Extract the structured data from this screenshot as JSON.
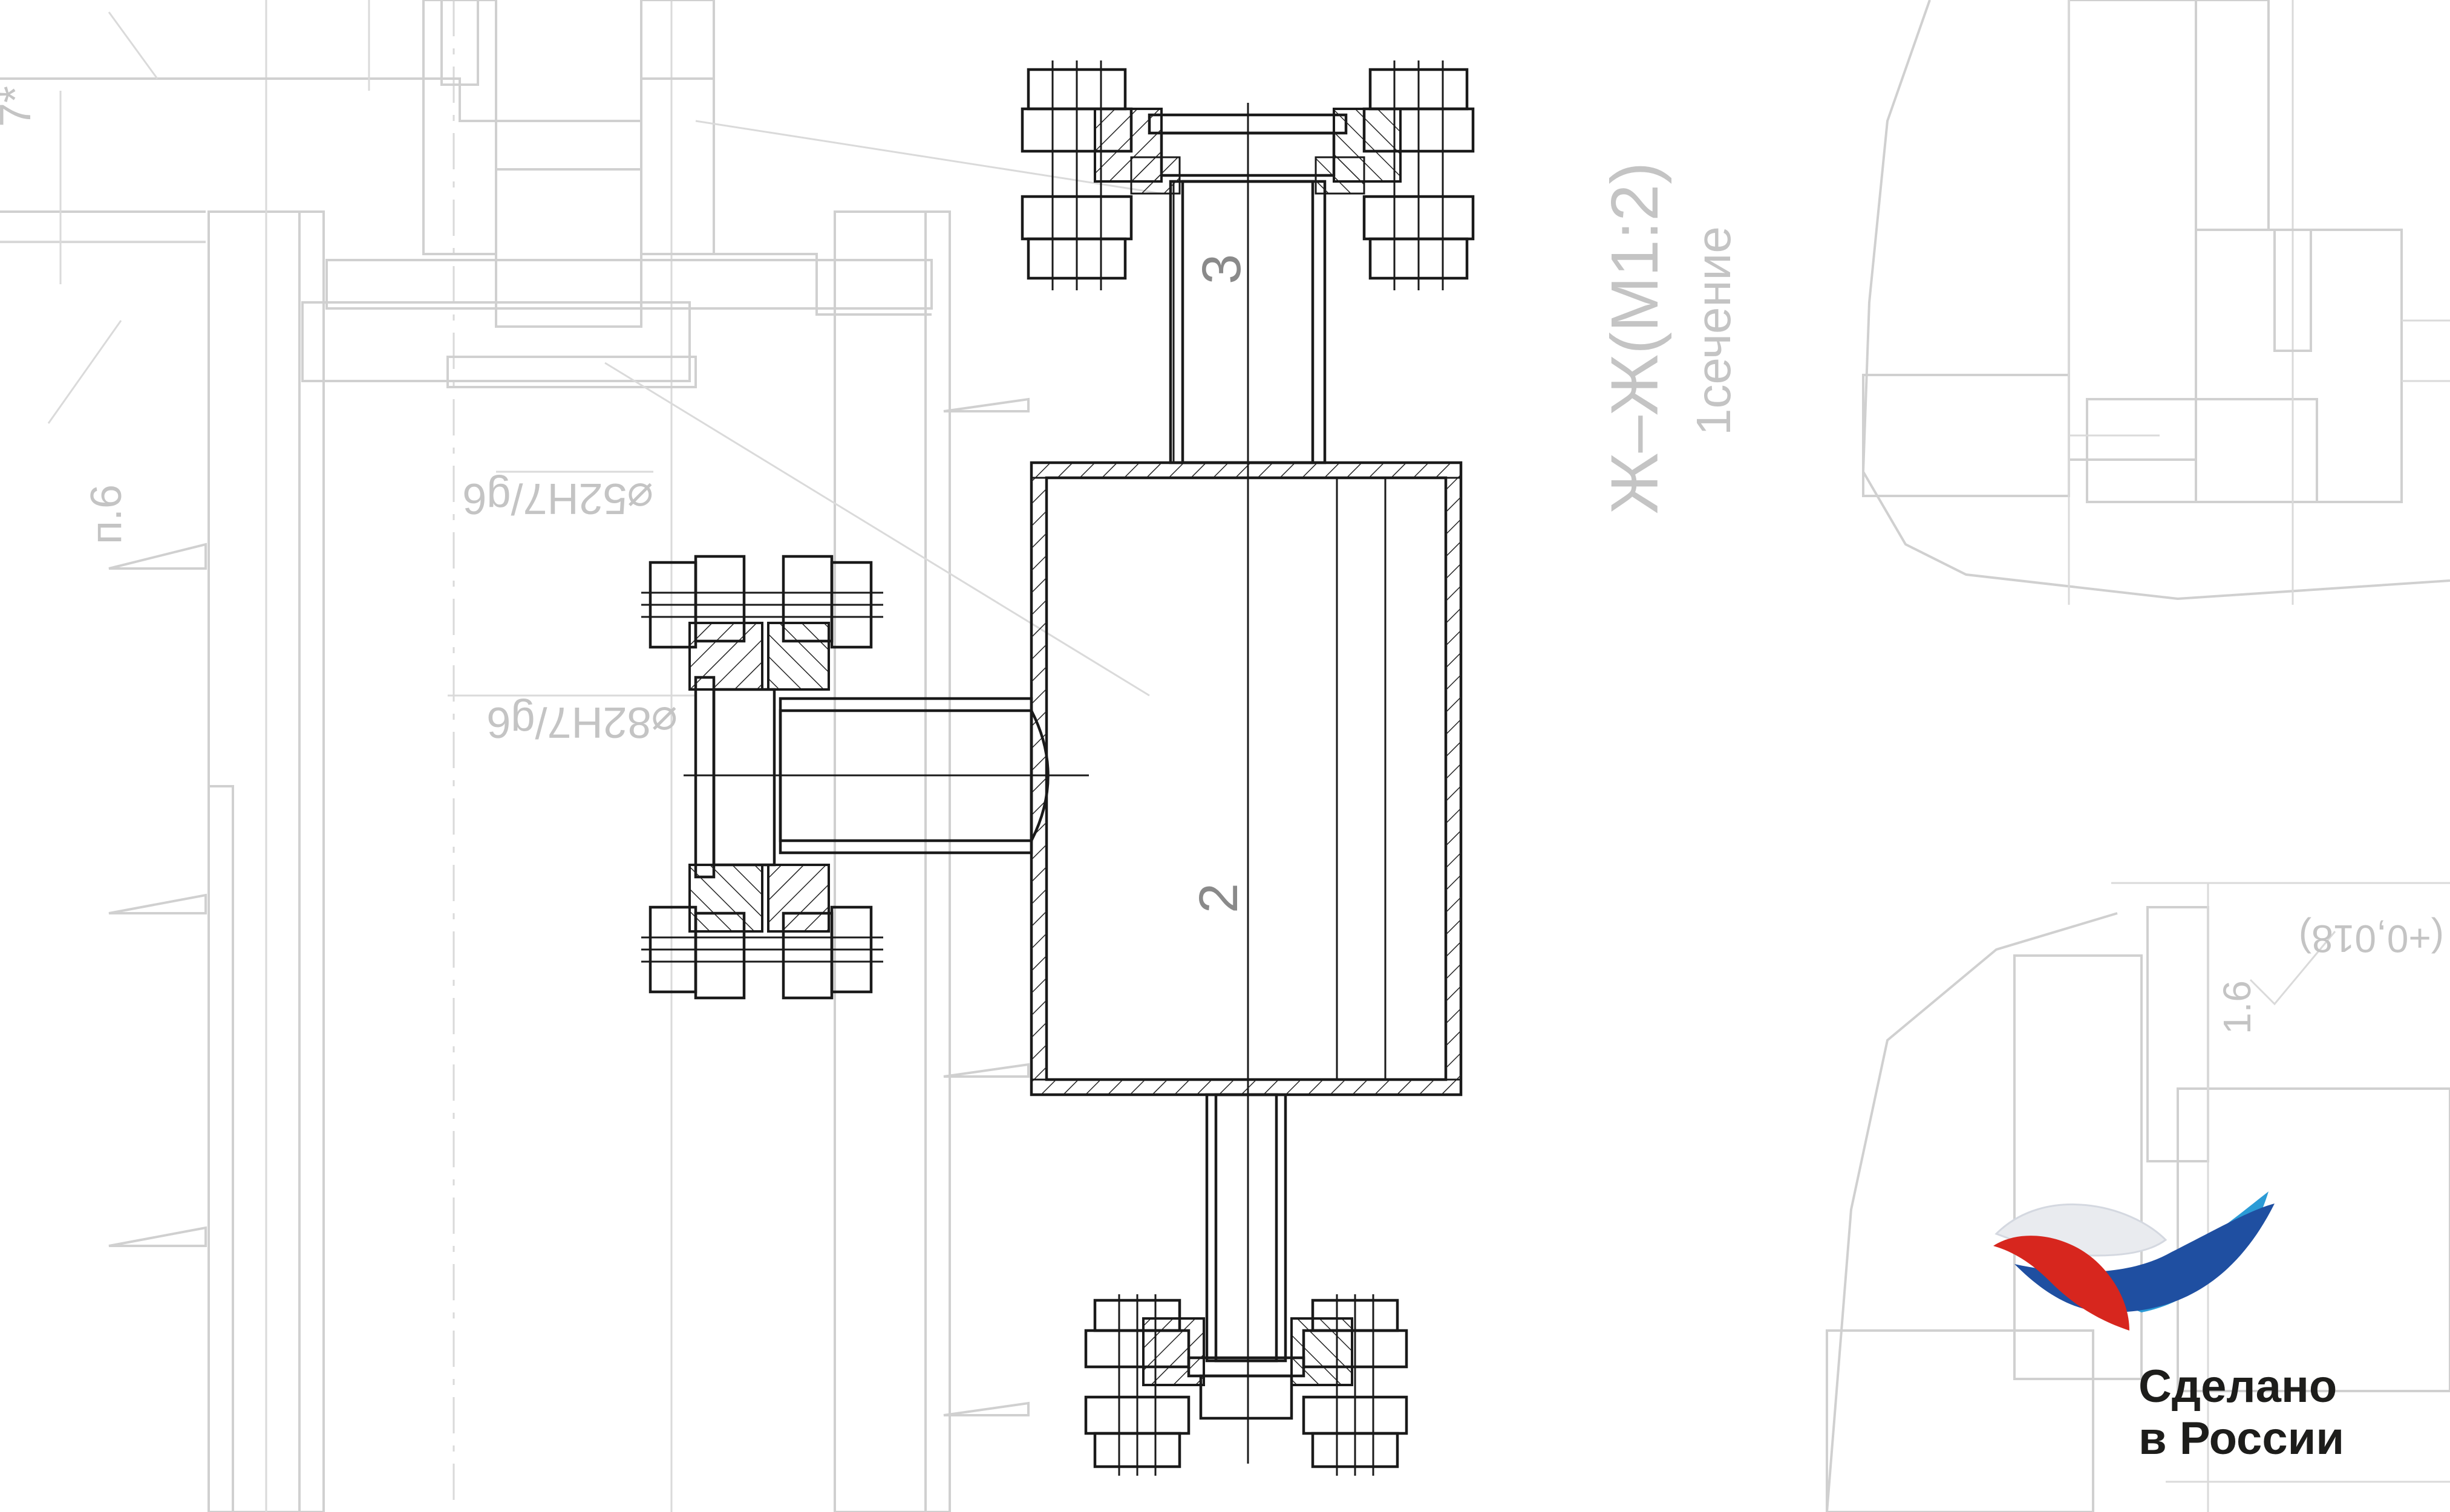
{
  "drawing": {
    "background_labels": {
      "dim_fit_small": "⌀52H7/g6",
      "dim_fit_large": "⌀82H7/g6",
      "dim_top": "7*",
      "dim_pos": "п.6",
      "section_title": "Ж–Ж(М1:2)",
      "section_subtitle": "1сечение",
      "roughness": "1.6",
      "tolerance": "(+0,018)"
    },
    "part_labels": {
      "upper_pipe": "3",
      "main_body": "2"
    }
  },
  "branding": {
    "line1": "Сделано",
    "line2": "в России",
    "logo_colors": [
      "#d7261e",
      "#1f4fa1",
      "#2b9bd6",
      "#ffffff"
    ]
  },
  "colors": {
    "background_lines": "#d0d0d0",
    "drawing_lines": "#1a1a1a",
    "text": "#1d1d1b"
  }
}
